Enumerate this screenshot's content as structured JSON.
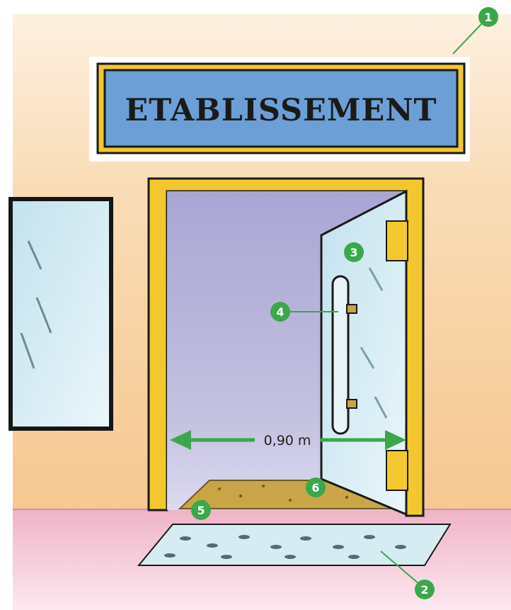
{
  "sign": {
    "text": "ETABLISSEMENT"
  },
  "measurement": {
    "label": "0,90 m"
  },
  "markers": [
    {
      "id": "1",
      "target": "sign"
    },
    {
      "id": "2",
      "target": "doormat"
    },
    {
      "id": "3",
      "target": "glass-door"
    },
    {
      "id": "4",
      "target": "door-handle"
    },
    {
      "id": "5",
      "target": "threshold-left"
    },
    {
      "id": "6",
      "target": "threshold-floor"
    }
  ],
  "colors": {
    "wall": "#f8d9b0",
    "sign_blue": "#6b9fd6",
    "frame_yellow": "#f2c82e",
    "marker_green": "#3aa84a",
    "arrow_green": "#3aa84a",
    "floor_pink": "#f3c4d2",
    "interior": "#b9b6dc",
    "glass": "#d6ecf2"
  }
}
